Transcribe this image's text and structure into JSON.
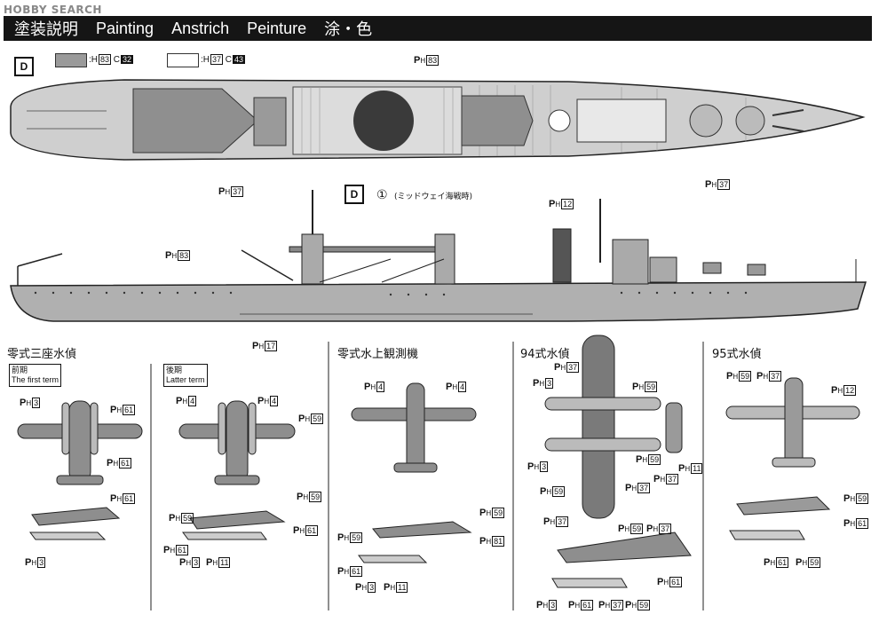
{
  "watermark": "HOBBY SEARCH",
  "header": {
    "title_jp": "塗装説明",
    "title_en": "Painting",
    "title_de": "Anstrich",
    "title_fr": "Peinture",
    "title_jp2": "涂・色"
  },
  "legend": {
    "d_icon": "D",
    "gray_code": ":H83 C32",
    "gray_h": "83",
    "gray_c": "32",
    "white_h": "37",
    "white_c": "43"
  },
  "ship": {
    "top_ph83": "83",
    "top_ph37_left": "37",
    "top_ph37_right": "37",
    "note_num": "①",
    "note_text": "(ミッドウェイ海戦時)",
    "side_ph12": "12",
    "side_ph83": "83",
    "side_ph17": "17"
  },
  "sections": {
    "s1_title": "零式三座水偵",
    "s1_early_jp": "前期",
    "s1_early_en": "The first term",
    "s1_late_jp": "後期",
    "s1_late_en": "Latter term",
    "s2_title": "零式水上観測機",
    "s3_title": "94式水偵",
    "s4_title": "95式水偵"
  },
  "codes": {
    "c3": "3",
    "c4": "4",
    "c11": "11",
    "c12": "12",
    "c37": "37",
    "c59": "59",
    "c61": "61",
    "c81": "81"
  },
  "colors": {
    "header_bg": "#151515",
    "gray": "#9a9a9a",
    "hull": "#b0b0b0"
  }
}
